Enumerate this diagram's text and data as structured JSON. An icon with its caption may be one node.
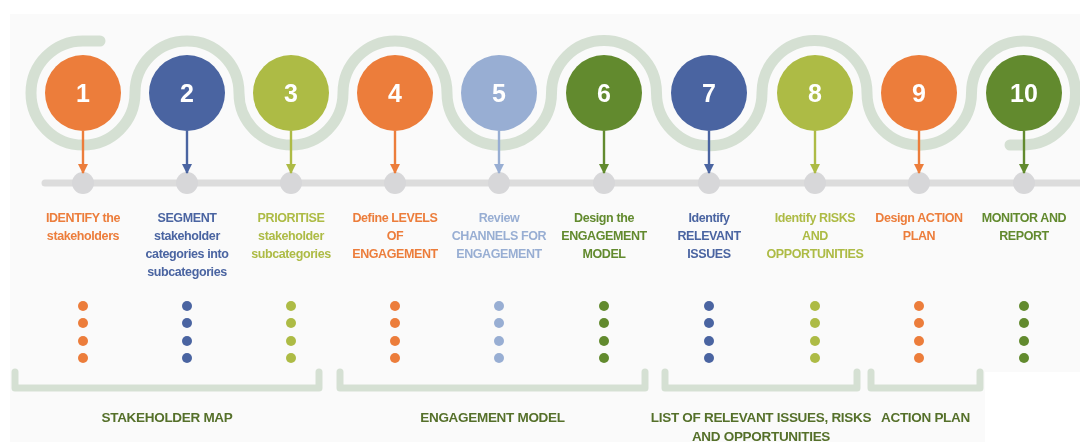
{
  "diagram": {
    "nodes": [
      {
        "text": [
          "1"
        ]
      },
      {
        "text": [
          "2"
        ]
      },
      {
        "text": [
          "3"
        ]
      },
      {
        "text": [
          "4"
        ]
      },
      {
        "text": [
          "5"
        ]
      },
      {
        "text": [
          "6"
        ]
      },
      {
        "text": [
          "7"
        ]
      },
      {
        "text": [
          "8"
        ]
      },
      {
        "text": [
          "9"
        ]
      },
      {
        "text": [
          "10"
        ]
      },
      {
        "text": [],
        "shape": "circle",
        "beside": [
          "IDENTIFY the stakeholders"
        ]
      },
      {
        "text": [],
        "shape": "circle",
        "beside": [
          "SEGMENT stakeholder categories into subcategories"
        ]
      },
      {
        "text": [],
        "shape": "circle",
        "beside": [
          "PRIORITISE stakeholder subcategories"
        ]
      },
      {
        "text": [],
        "shape": "circle",
        "beside": [
          "Define LEVELS OF ENGAGEMENT"
        ]
      },
      {
        "text": [],
        "shape": "circle",
        "beside": [
          "Review CHANNELS FOR ENGAGEMENT"
        ]
      },
      {
        "text": [],
        "shape": "circle",
        "beside": [
          "Design the ENGAGEMENT MODEL"
        ]
      },
      {
        "text": [],
        "shape": "circle",
        "beside": [
          "Identify RELEVANT ISSUES"
        ]
      },
      {
        "text": [],
        "shape": "circle",
        "beside": [
          "Identify RISKS AND OPPORTUNITIES"
        ]
      },
      {
        "text": [],
        "shape": "circle",
        "beside": [
          "Design ACTION PLAN"
        ]
      },
      {
        "text": [],
        "shape": "circle",
        "beside": [
          "MONITOR AND REPORT"
        ]
      }
    ],
    "edges": [
      {
        "from": 0,
        "to": 10,
        "arrow": "to",
        "color": "#ec7d3b"
      },
      {
        "from": 1,
        "to": 11,
        "arrow": "to",
        "color": "#4a64a1"
      },
      {
        "from": 2,
        "to": 12,
        "arrow": "to",
        "color": "#adbb45"
      },
      {
        "from": 3,
        "to": 13,
        "arrow": "to",
        "color": "#ec7d3b"
      },
      {
        "from": 4,
        "to": 14,
        "arrow": "to",
        "color": "#98aed3"
      },
      {
        "from": 5,
        "to": 15,
        "arrow": "to",
        "color": "#628a2e"
      },
      {
        "from": 6,
        "to": 16,
        "arrow": "to",
        "color": "#4a64a1"
      },
      {
        "from": 7,
        "to": 17,
        "arrow": "to",
        "color": "#adbb45"
      },
      {
        "from": 8,
        "to": 18,
        "arrow": "to",
        "color": "#ec7d3b"
      },
      {
        "from": 9,
        "to": 19,
        "arrow": "to",
        "color": "#628a2e"
      }
    ],
    "labels": [
      "STAKEHOLDER MAP",
      "ENGAGEMENT MODEL",
      "LIST OF RELEVANT ISSUES, RISKS AND OPPORTUNITIES",
      "ACTION PLAN"
    ]
  }
}
